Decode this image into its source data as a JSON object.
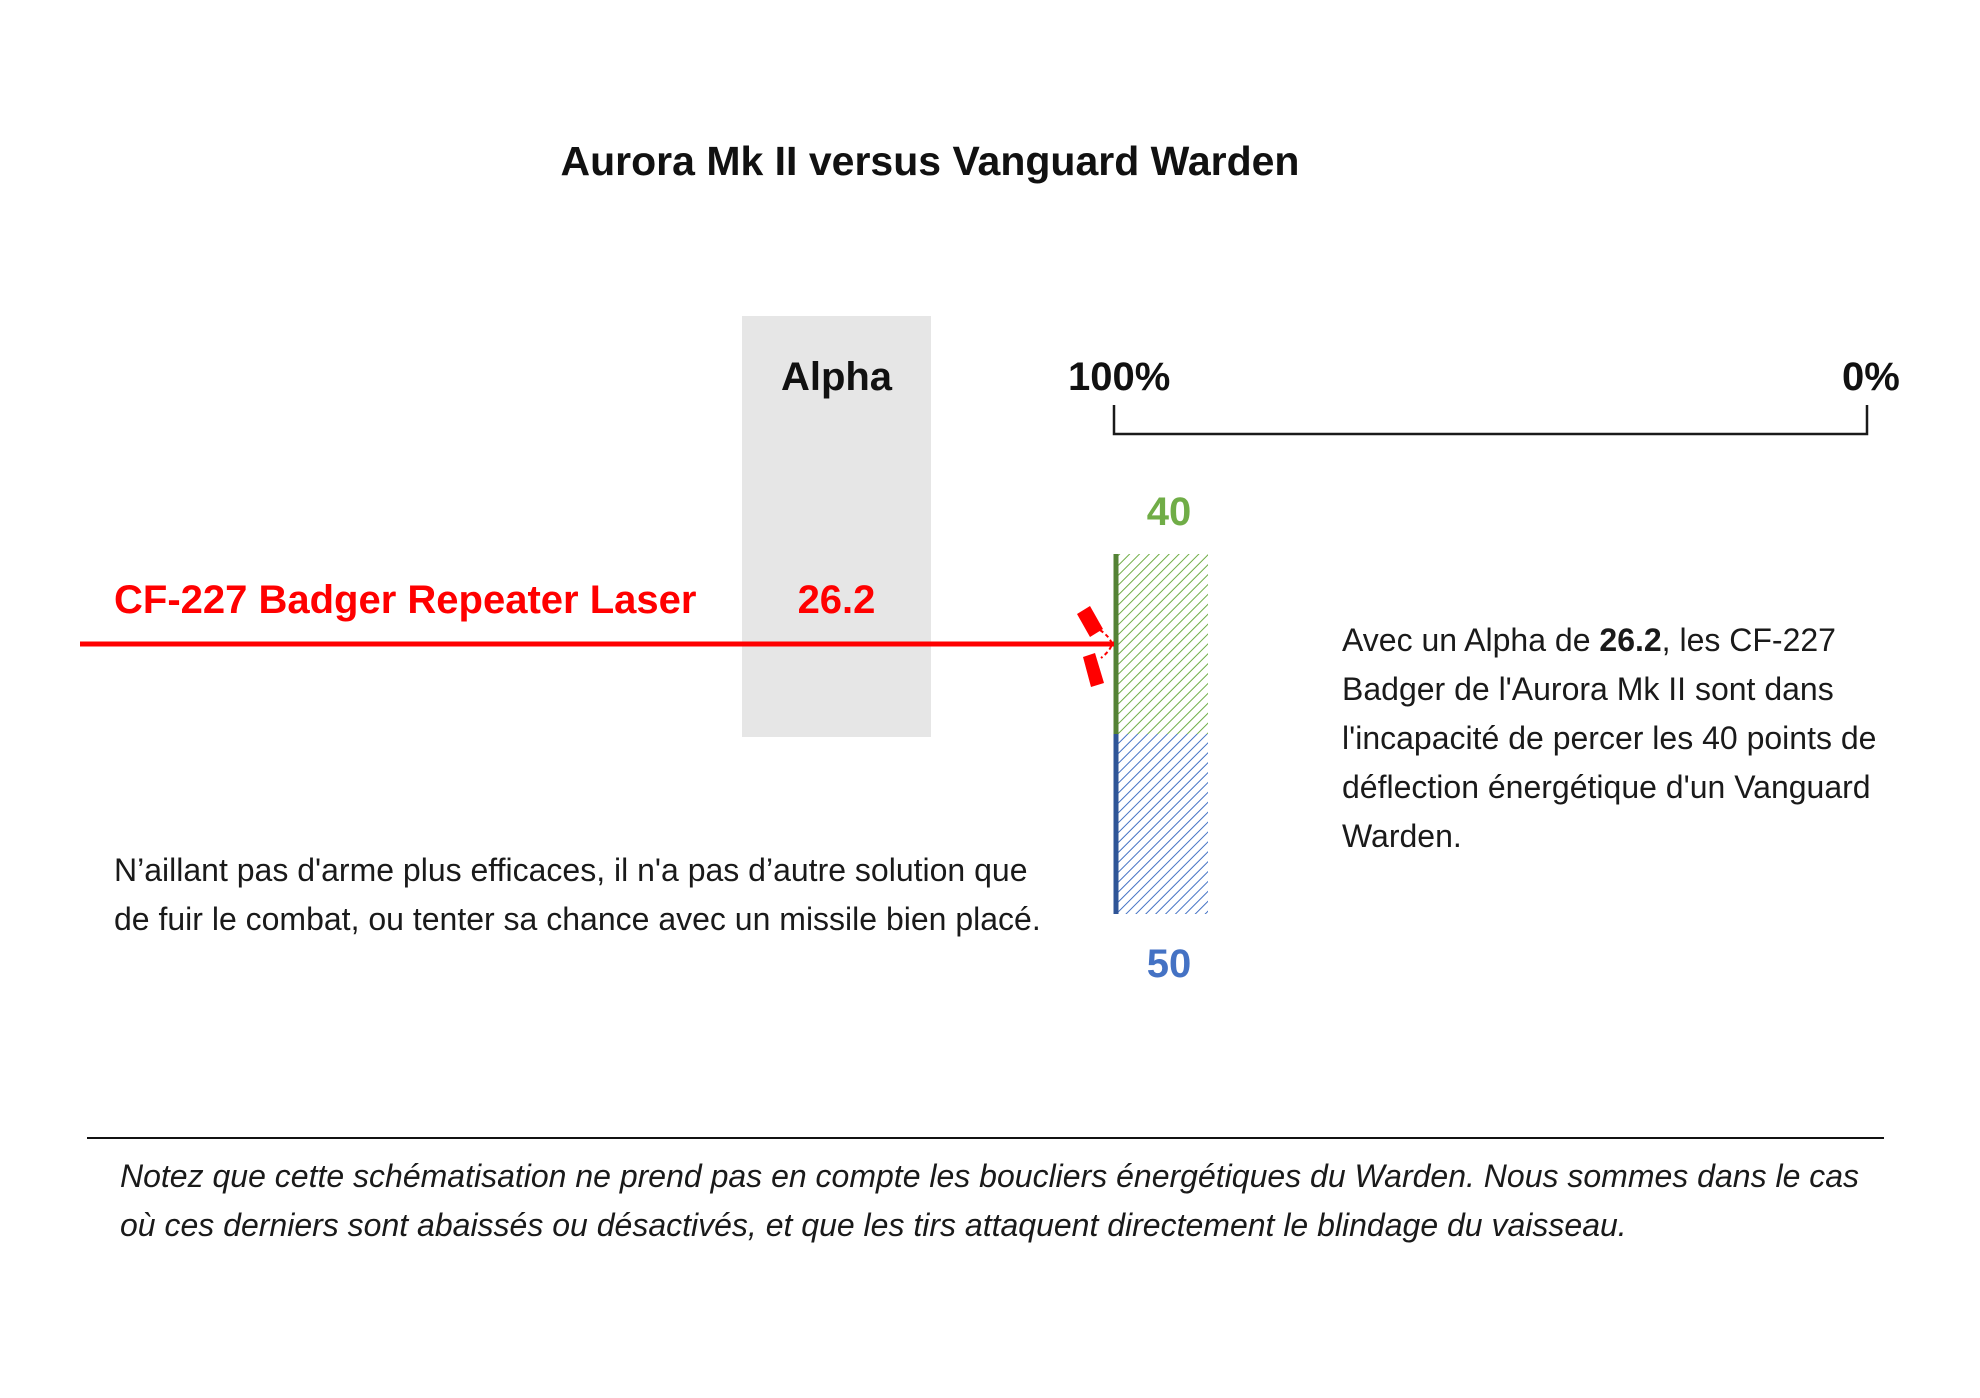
{
  "title": "Aurora Mk II versus Vanguard Warden",
  "alpha": {
    "header": "Alpha",
    "value": "26.2"
  },
  "weapon": {
    "label": "CF-227 Badger Repeater Laser",
    "alpha_value": 26.2
  },
  "scale": {
    "max_label": "100%",
    "min_label": "0%"
  },
  "target": {
    "deflection_label": "40",
    "deflection_value": 40,
    "armor_label": "50",
    "armor_value": 50
  },
  "explanation": {
    "prefix": "Avec un Alpha de ",
    "value": "26.2",
    "suffix": ", les CF-227 Badger de l'Aurora Mk II sont dans l'incapacité de percer les 40 points de déflection énergétique d'un Vanguard Warden."
  },
  "conclusion": "N’aillant pas d'arme plus efficaces, il n'a pas d’autre solution que de fuir le combat, ou tenter sa chance avec un missile bien placé.",
  "footnote": "Notez que cette schématisation ne prend pas en compte les boucliers énergétiques du Warden. Nous sommes dans le cas où ces derniers sont abaissés ou désactivés, et que les tirs attaquent directement le blindage du vaisseau.",
  "colors": {
    "weapon": "#ff0000",
    "deflection": "#70ad47",
    "deflection_edge": "#548235",
    "armor": "#4472c4",
    "armor_edge": "#2f5597",
    "alpha_column": "#e6e6e6"
  }
}
